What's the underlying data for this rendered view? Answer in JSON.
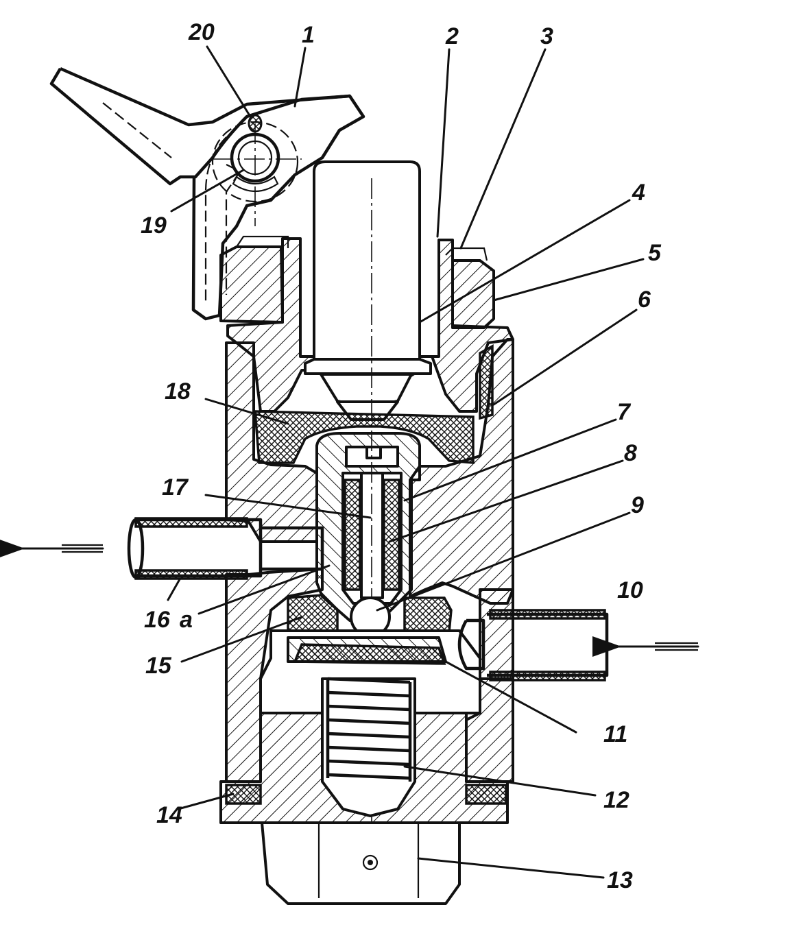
{
  "diagram": {
    "labels": [
      {
        "id": "20",
        "text": "20"
      },
      {
        "id": "1",
        "text": "1"
      },
      {
        "id": "2",
        "text": "2"
      },
      {
        "id": "3",
        "text": "3"
      },
      {
        "id": "4",
        "text": "4"
      },
      {
        "id": "5",
        "text": "5"
      },
      {
        "id": "6",
        "text": "6"
      },
      {
        "id": "7",
        "text": "7"
      },
      {
        "id": "8",
        "text": "8"
      },
      {
        "id": "9",
        "text": "9"
      },
      {
        "id": "10",
        "text": "10"
      },
      {
        "id": "11",
        "text": "11"
      },
      {
        "id": "12",
        "text": "12"
      },
      {
        "id": "13",
        "text": "13"
      },
      {
        "id": "14",
        "text": "14"
      },
      {
        "id": "15",
        "text": "15"
      },
      {
        "id": "16",
        "text": "16"
      },
      {
        "id": "a",
        "text": "a"
      },
      {
        "id": "17",
        "text": "17"
      },
      {
        "id": "18",
        "text": "18"
      },
      {
        "id": "19",
        "text": "19"
      }
    ],
    "flow": {
      "outlet_direction": "left",
      "inlet_direction": "left"
    }
  }
}
